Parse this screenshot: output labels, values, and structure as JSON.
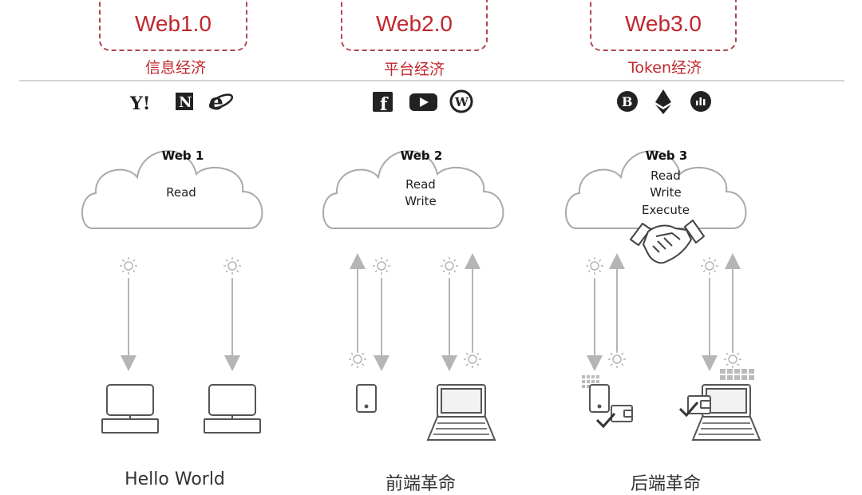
{
  "eras": [
    {
      "label": "Web1.0",
      "economy": "信息经济",
      "cloud_title": "Web 1",
      "abilities": [
        "Read"
      ],
      "bottom": "Hello World"
    },
    {
      "label": "Web2.0",
      "economy": "平台经济",
      "cloud_title": "Web 2",
      "abilities": [
        "Read",
        "Write"
      ],
      "bottom": "前端革命"
    },
    {
      "label": "Web3.0",
      "economy": "Token经济",
      "cloud_title": "Web 3",
      "abilities": [
        "Read",
        "Write",
        "Execute"
      ],
      "bottom": "后端革命"
    }
  ],
  "icons": {
    "web1": [
      "yahoo-icon",
      "netscape-icon",
      "internet-explorer-icon"
    ],
    "web2": [
      "facebook-icon",
      "youtube-icon",
      "wordpress-icon"
    ],
    "web3": [
      "bitcoin-icon",
      "ethereum-icon",
      "chart-token-icon"
    ]
  },
  "icon_glyphs": {
    "yahoo": "Y!",
    "netscape": "N",
    "ie": "e",
    "facebook": "f",
    "wordpress": "W",
    "bitcoin": "B"
  },
  "colors": {
    "accent": "#c0272d",
    "arrow": "#b5b5b5",
    "outline": "#555555"
  }
}
